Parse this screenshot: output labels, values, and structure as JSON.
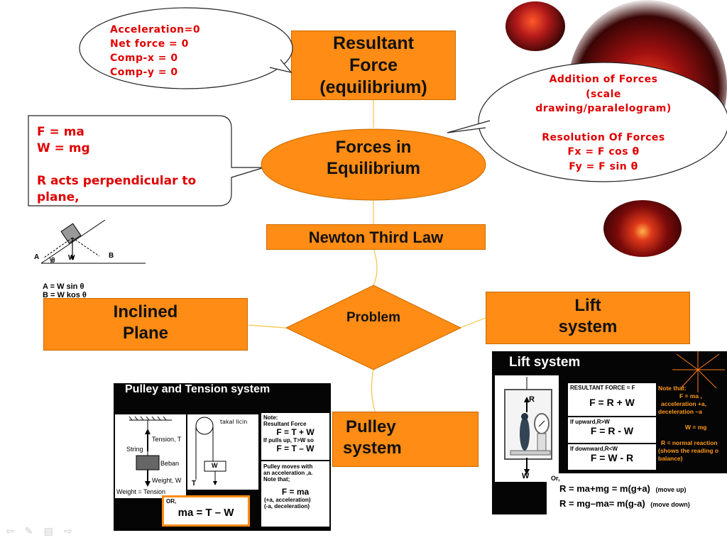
{
  "resultant": {
    "lines": [
      "Resultant",
      "Force",
      "(equilibrium)"
    ]
  },
  "center": {
    "lines": [
      "Forces in",
      "Equilibrium"
    ]
  },
  "newton": {
    "label": "Newton Third Law"
  },
  "problem": {
    "label": "Problem"
  },
  "inclined": {
    "lines": [
      "Inclined",
      "Plane"
    ]
  },
  "lift": {
    "lines": [
      "Lift",
      "system"
    ]
  },
  "pulley": {
    "lines": [
      "Pulley",
      "system"
    ]
  },
  "bubble_top": {
    "lines": [
      "Acceleration=0",
      "Net force = 0",
      "Comp-x = 0",
      "Comp-y = 0"
    ]
  },
  "bubble_left": {
    "lines": [
      "F = ma",
      "W = mg",
      "R acts perpendicular to",
      "plane,"
    ]
  },
  "bubble_right": {
    "lines": [
      "Addition of Forces",
      "(scale",
      "drawing/paralelogram)",
      "Resolution Of Forces",
      "Fx = F cos θ",
      "Fy = F sin θ"
    ]
  },
  "incline_fig": {
    "A": "A",
    "B": "B",
    "W": "W",
    "theta": "θ",
    "eq1": "A = W sin θ",
    "eq2": "B = W kos θ"
  },
  "pulley_panel": {
    "title": "Pulley and Tension system",
    "string": "String",
    "tension": "Tension, T",
    "beban": "Beban",
    "weight": "Weight, W",
    "weight_eq": "Weight = Tension",
    "takal": "takal licin",
    "w": "W",
    "t": "T",
    "note1": [
      "Note:",
      "Resultant Force"
    ],
    "eq1": "F = T + W",
    "note2": "If pulls up, T>W so",
    "eq2": "F = T – W",
    "note3": [
      "Pulley moves with",
      "an acceleration ,a.",
      "Note that;"
    ],
    "eq3": "F = ma",
    "note4": [
      "(+a, acceleration)",
      "(-a, deceleration)"
    ],
    "or": "OR,",
    "eq4": "ma = T – W"
  },
  "lift_panel": {
    "title": "Lift system",
    "r": "R",
    "w": "W",
    "rf_label": "RESULTANT FORCE = F",
    "rf_eq": "F = R + W",
    "up_label": "If upward,R>W",
    "up_eq": "F = R - W",
    "down_label": "If downward,R<W",
    "down_eq": "F = W - R",
    "note": [
      "Note that:",
      "F = ma ,",
      "acceleration +a,",
      "deceleration –a"
    ],
    "wmg": "W = mg",
    "rnote": [
      "R = normal reaction",
      "(shows the reading o",
      "balance)"
    ],
    "or": "Or,",
    "eq_up": "R = ma+mg = m(g+a)",
    "eq_up_tag": "(move up)",
    "eq_down": "R = mg–ma= m(g-a)",
    "eq_down_tag": "(move down)"
  },
  "nav": [
    "⇦",
    "✎",
    "▤",
    "⇨"
  ],
  "colors": {
    "node": "#ff8c14",
    "note_text": "#e00000",
    "panel": "#050505",
    "connector": "#f5c342"
  }
}
